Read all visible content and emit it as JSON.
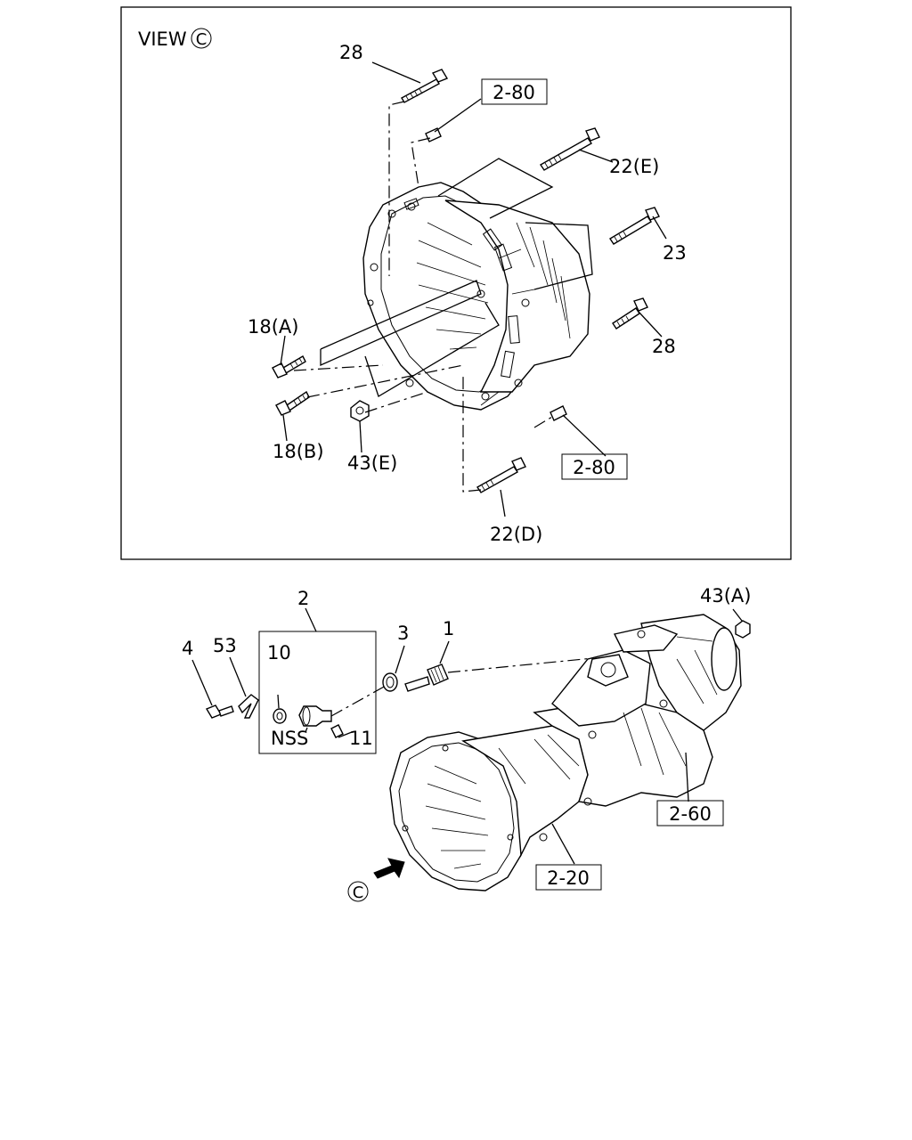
{
  "view": {
    "text": "VIEW",
    "marker": "C"
  },
  "detail_callouts": {
    "c28_top": "28",
    "ref_top": "2-80",
    "c22E": "22(E)",
    "c23": "23",
    "c28_right": "28",
    "c18A": "18(A)",
    "c18B": "18(B)",
    "c43E": "43(E)",
    "ref_bottom": "2-80",
    "c22D": "22(D)"
  },
  "main_callouts": {
    "c2": "2",
    "c4": "4",
    "c53": "53",
    "c10": "10",
    "c3": "3",
    "c1": "1",
    "nss": "NSS",
    "c11": "11",
    "c43A": "43(A)",
    "ref_260": "2-60",
    "ref_220": "2-20",
    "arrow_marker": "C"
  }
}
